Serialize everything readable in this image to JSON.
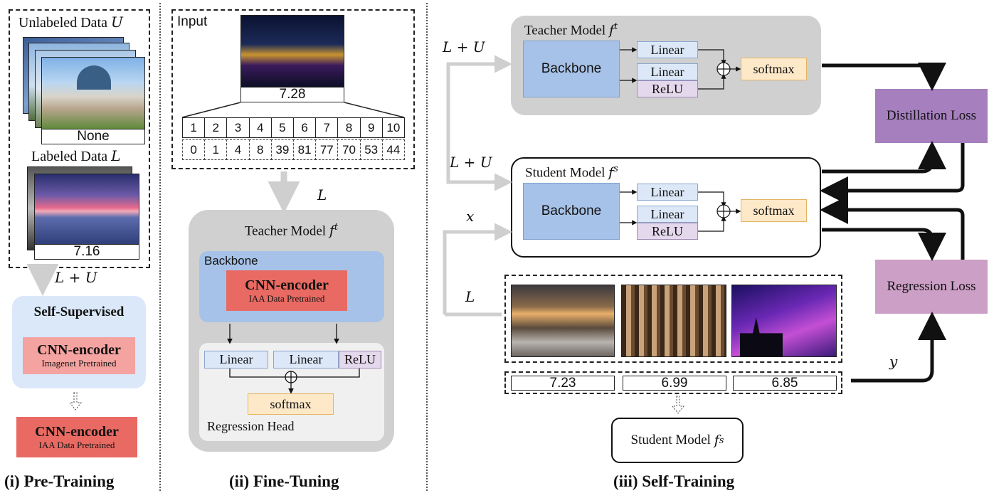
{
  "pretraining": {
    "unlabeled_label": "Unlabeled Data",
    "unlabeled_symbol": "U",
    "unlabeled_score": "None",
    "labeled_label": "Labeled Data",
    "labeled_symbol": "L",
    "labeled_score": "7.16",
    "arrow_label": "L + U",
    "self_supervised_title": "Self-Supervised",
    "encoder_top_title": "CNN-encoder",
    "encoder_top_sub": "Imagenet Pretrained",
    "encoder_bottom_title": "CNN-encoder",
    "encoder_bottom_sub": "IAA Data Pretrained",
    "caption": "(i) Pre-Training"
  },
  "finetuning": {
    "input_label": "Input",
    "input_score": "7.28",
    "bins": [
      "1",
      "2",
      "3",
      "4",
      "5",
      "6",
      "7",
      "8",
      "9",
      "10"
    ],
    "counts": [
      "0",
      "1",
      "4",
      "8",
      "39",
      "81",
      "77",
      "70",
      "53",
      "44"
    ],
    "arrow_label": "L",
    "teacher_title": "Teacher Model",
    "teacher_symbol": "f",
    "teacher_sup": "t",
    "backbone_label": "Backbone",
    "encoder_title": "CNN-encoder",
    "encoder_sub": "IAA Data Pretrained",
    "linear1": "Linear",
    "linear2": "Linear",
    "relu": "ReLU",
    "softmax": "softmax",
    "head_label": "Regression Head",
    "caption": "(ii) Fine-Tuning"
  },
  "selftraining": {
    "teacher_title": "Teacher Model",
    "teacher_symbol": "f",
    "teacher_sup": "t",
    "student_title": "Student Model",
    "student_symbol": "f",
    "student_sup": "s",
    "backbone": "Backbone",
    "linear": "Linear",
    "relu": "ReLU",
    "softmax": "softmax",
    "distillation_loss": "Distillation Loss",
    "regression_loss": "Regression Loss",
    "label_teacher_in": "L + U",
    "label_student_in": "L + U",
    "label_x": "x",
    "label_L": "L",
    "label_y": "y",
    "scores": [
      "7.23",
      "6.99",
      "6.85"
    ],
    "final_student_title": "Student Model",
    "caption": "(iii) Self-Training"
  },
  "colors": {
    "backbone_blue": "#a7c2e8",
    "linear_blue": "#dce8f8",
    "relu_purple": "#e4d8ec",
    "softmax_orange": "#fde8c8",
    "encoder_red": "#e86a63",
    "encoder_pink": "#f4a3a0",
    "distill_purple": "#a67fbf",
    "regress_pink": "#cc9fc6",
    "gray_panel": "#d0d0d0"
  }
}
